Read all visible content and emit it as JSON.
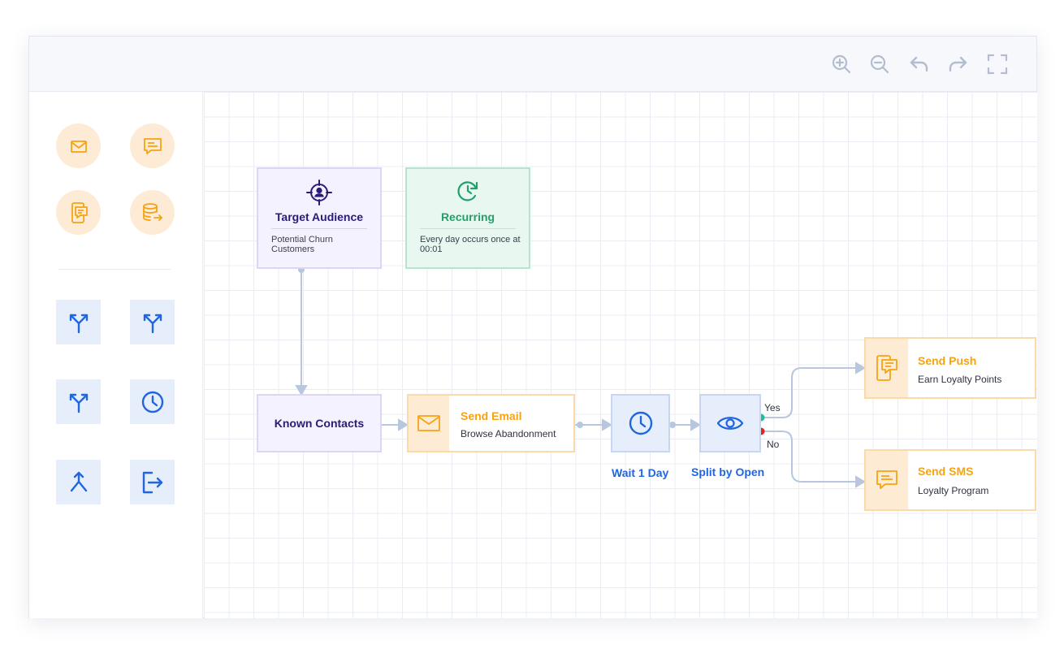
{
  "toolbar": {
    "items": [
      {
        "name": "zoom-in-icon"
      },
      {
        "name": "zoom-out-icon"
      },
      {
        "name": "undo-icon"
      },
      {
        "name": "redo-icon"
      },
      {
        "name": "fullscreen-icon"
      }
    ]
  },
  "palette": {
    "channels": [
      "email-icon",
      "chat-icon",
      "push-icon",
      "data-export-icon"
    ],
    "flow": [
      "split-icon",
      "split-alt-icon",
      "branch-icon",
      "wait-icon",
      "merge-icon",
      "exit-icon"
    ]
  },
  "colors": {
    "accent_blue": "#1f66e0",
    "accent_orange": "#f5a313",
    "accent_purple": "#2b1a78",
    "accent_green": "#22a06b",
    "yes_dot": "#1fbf8f",
    "no_dot": "#e02424",
    "wire": "#b8c6de"
  },
  "nodes": {
    "target_audience": {
      "title": "Target Audience",
      "desc": "Potential Churn Customers"
    },
    "recurring": {
      "title": "Recurring",
      "desc": "Every day occurs once at 00:01"
    },
    "known_contacts": {
      "title": "Known Contacts"
    },
    "send_email": {
      "title": "Send Email",
      "sub": "Browse Abandonment"
    },
    "wait": {
      "label": "Wait 1 Day"
    },
    "split": {
      "label": "Split by Open",
      "yes": "Yes",
      "no": "No"
    },
    "send_push": {
      "title": "Send Push",
      "sub": "Earn Loyalty Points"
    },
    "send_sms": {
      "title": "Send SMS",
      "sub": "Loyalty Program"
    }
  }
}
